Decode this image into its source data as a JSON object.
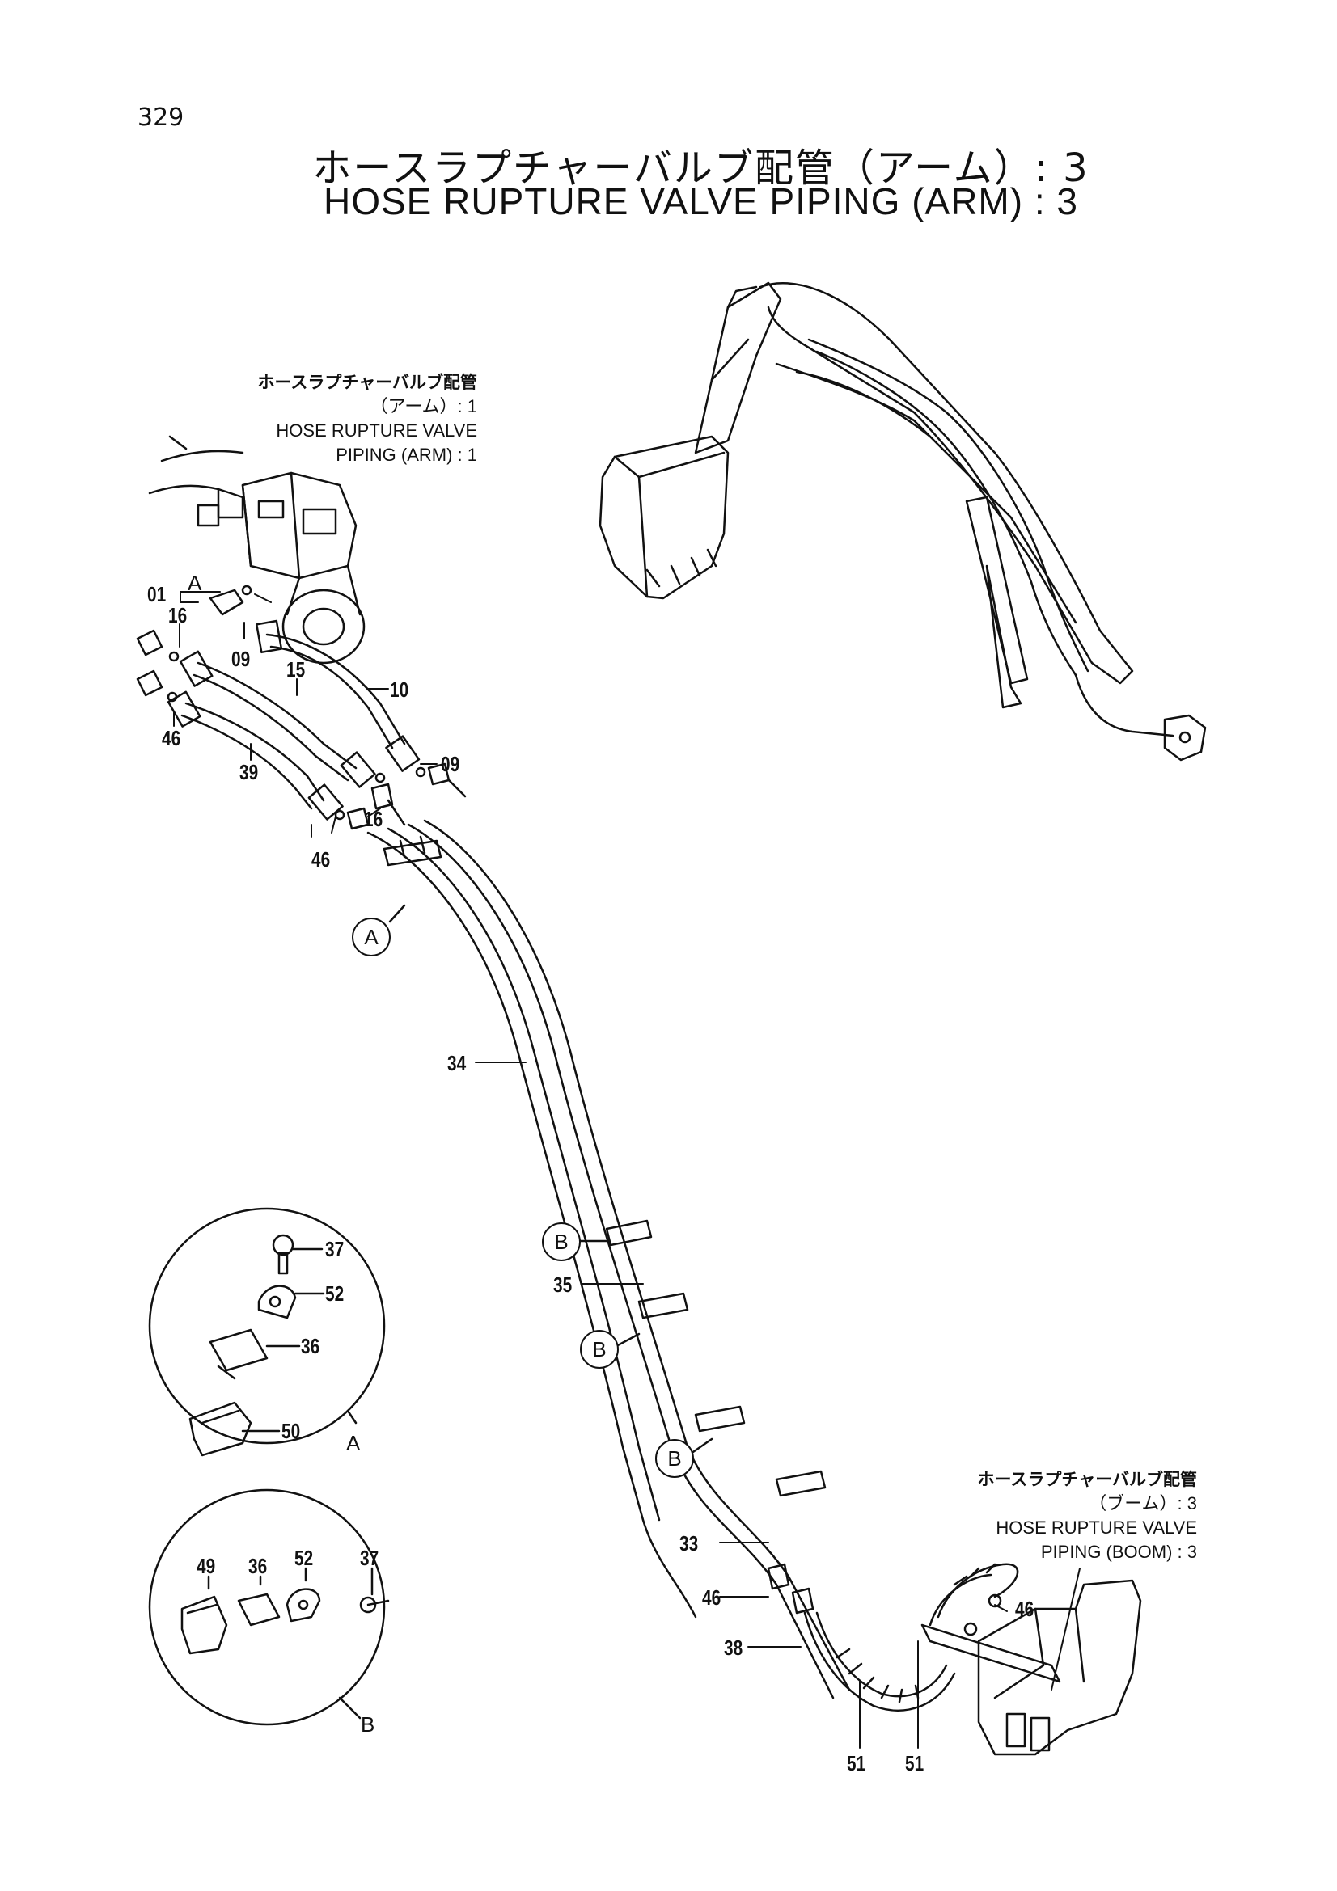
{
  "page_number": "329",
  "title_jp": "ホースラプチャーバルブ配管（アーム）: 3",
  "title_en": "HOSE RUPTURE VALVE PIPING (ARM) : 3",
  "ref_arm1": {
    "jp_line1": "ホースラプチャーバルブ配管",
    "jp_line2": "（アーム）: 1",
    "en_line1": "HOSE RUPTURE VALVE",
    "en_line2": "PIPING (ARM) : 1"
  },
  "ref_boom3": {
    "jp_line1": "ホースラプチャーバルブ配管",
    "jp_line2": "（ブーム）: 3",
    "en_line1": "HOSE RUPTURE VALVE",
    "en_line2": "PIPING (BOOM) : 3"
  },
  "callouts": {
    "c01": "01",
    "c16a": "16",
    "c09a": "09",
    "c15": "15",
    "c10": "10",
    "c46a": "46",
    "c39": "39",
    "c09b": "09",
    "c16b": "16",
    "c46b": "46",
    "c34": "34",
    "c35": "35",
    "c33": "33",
    "c46c": "46",
    "c38": "38",
    "c46d": "46",
    "c51a": "51",
    "c51b": "51",
    "c37a": "37",
    "c52a": "52",
    "c36a": "36",
    "c50": "50",
    "c49": "49",
    "c36b": "36",
    "c52b": "52",
    "c37b": "37"
  },
  "markers": {
    "A_top": "A",
    "A_circle": "A",
    "B1": "B",
    "B2": "B",
    "B3": "B"
  },
  "views": {
    "view_a": "A",
    "view_b": "B"
  }
}
